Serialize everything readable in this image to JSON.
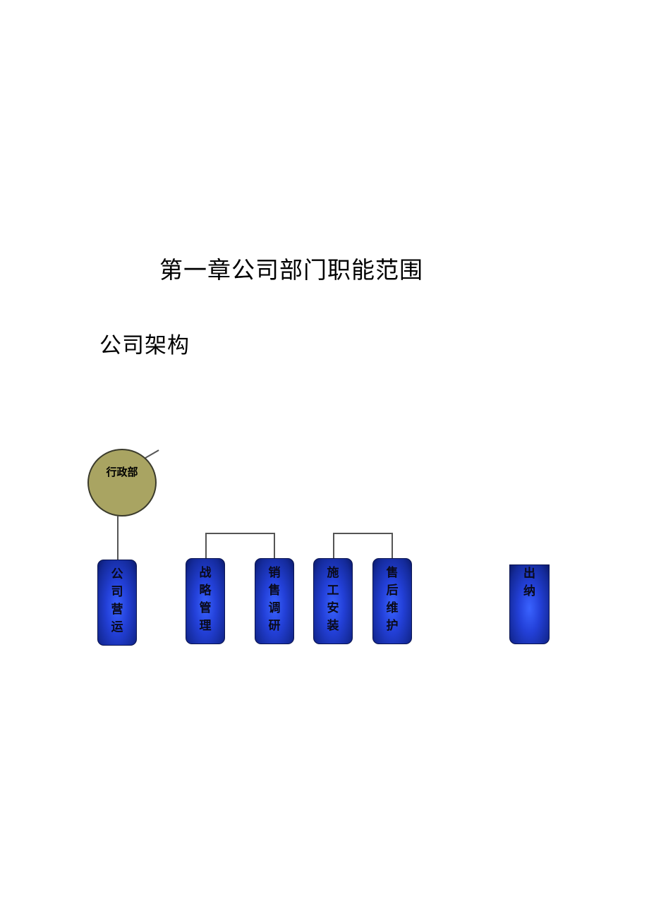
{
  "document": {
    "chapter_title": "第一章公司部门职能范围",
    "section_title": "公司架构"
  },
  "org_chart": {
    "root": {
      "label": "行政部",
      "color": "#a9a462"
    },
    "departments": [
      {
        "label": "公司营运",
        "chars": [
          "公",
          "司",
          "营",
          "运"
        ]
      },
      {
        "label": "战略管理",
        "chars": [
          "战",
          "略",
          "管",
          "理"
        ]
      },
      {
        "label": "销售调研",
        "chars": [
          "销",
          "售",
          "调",
          "研"
        ]
      },
      {
        "label": "施工安装",
        "chars": [
          "施",
          "工",
          "安",
          "装"
        ]
      },
      {
        "label": "售后维护",
        "chars": [
          "售",
          "后",
          "维",
          "护"
        ]
      },
      {
        "label": "出纳",
        "chars": [
          "出",
          "纳"
        ]
      }
    ],
    "box_color": "#2340d8"
  }
}
